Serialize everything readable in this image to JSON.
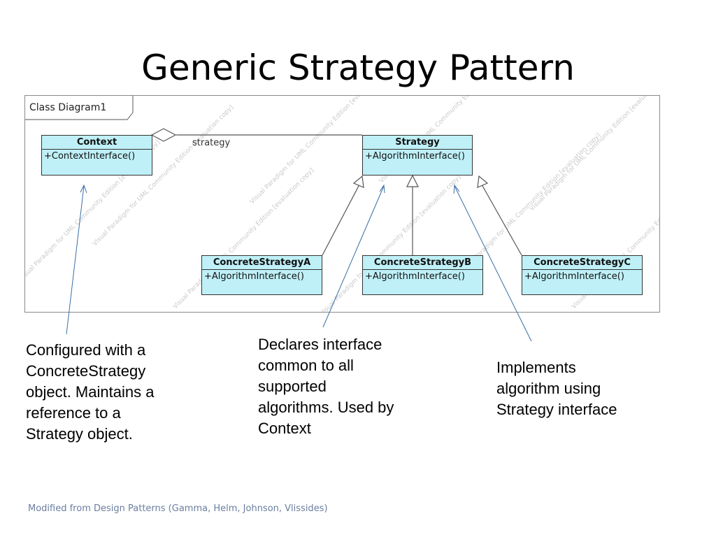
{
  "slide": {
    "title": "Generic Strategy Pattern",
    "footer": "Modified from Design Patterns (Gamma, Helm, Johnson, Vlissides)"
  },
  "diagram": {
    "frame_label": "Class Diagram1",
    "association_label": "strategy",
    "watermark_text": "Visual Paradigm for UML Community Edition [evaluation copy]",
    "classes": {
      "context": {
        "name": "Context",
        "operation": "+ContextInterface()"
      },
      "strategy": {
        "name": "Strategy",
        "operation": "+AlgorithmInterface()"
      },
      "concrete_a": {
        "name": "ConcreteStrategyA",
        "operation": "+AlgorithmInterface()"
      },
      "concrete_b": {
        "name": "ConcreteStrategyB",
        "operation": "+AlgorithmInterface()"
      },
      "concrete_c": {
        "name": "ConcreteStrategyC",
        "operation": "+AlgorithmInterface()"
      }
    }
  },
  "annotations": {
    "context_note": [
      "Configured with a",
      "ConcreteStrategy",
      "object. Maintains a",
      "reference to a",
      "Strategy object."
    ],
    "strategy_note": [
      "Declares interface",
      "common to all",
      "supported",
      "algorithms. Used by",
      "Context"
    ],
    "concrete_note": [
      "Implements",
      "algorithm using",
      "Strategy interface"
    ]
  },
  "colors": {
    "class_fill": "#bff0f7",
    "pointer_line": "#3a6ea5",
    "footer_text": "#6b7ea0"
  }
}
